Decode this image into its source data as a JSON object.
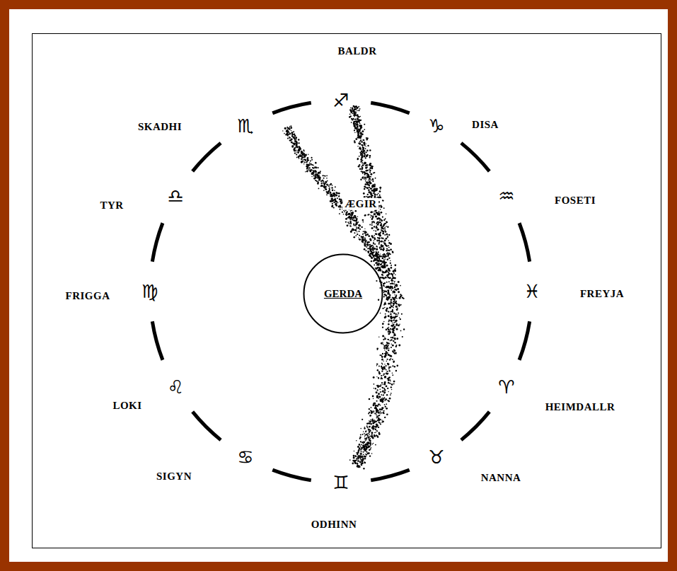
{
  "diagram": {
    "nodes": [
      {
        "text": [
          "GERDA"
        ]
      }
    ],
    "labels": [
      "BALDR",
      "♐",
      "DISA",
      "♑",
      "FOSETI",
      "♒",
      "FREYJA",
      "♓",
      "HEIMDALLR",
      "♈",
      "NANNA",
      "♉",
      "ODHINN",
      "♊",
      "SIGYN",
      "♋",
      "LOKI",
      "♌",
      "FRIGGA",
      "♍",
      "TYR",
      "♎",
      "SKADHI",
      "♏",
      "ÆGIR"
    ]
  }
}
